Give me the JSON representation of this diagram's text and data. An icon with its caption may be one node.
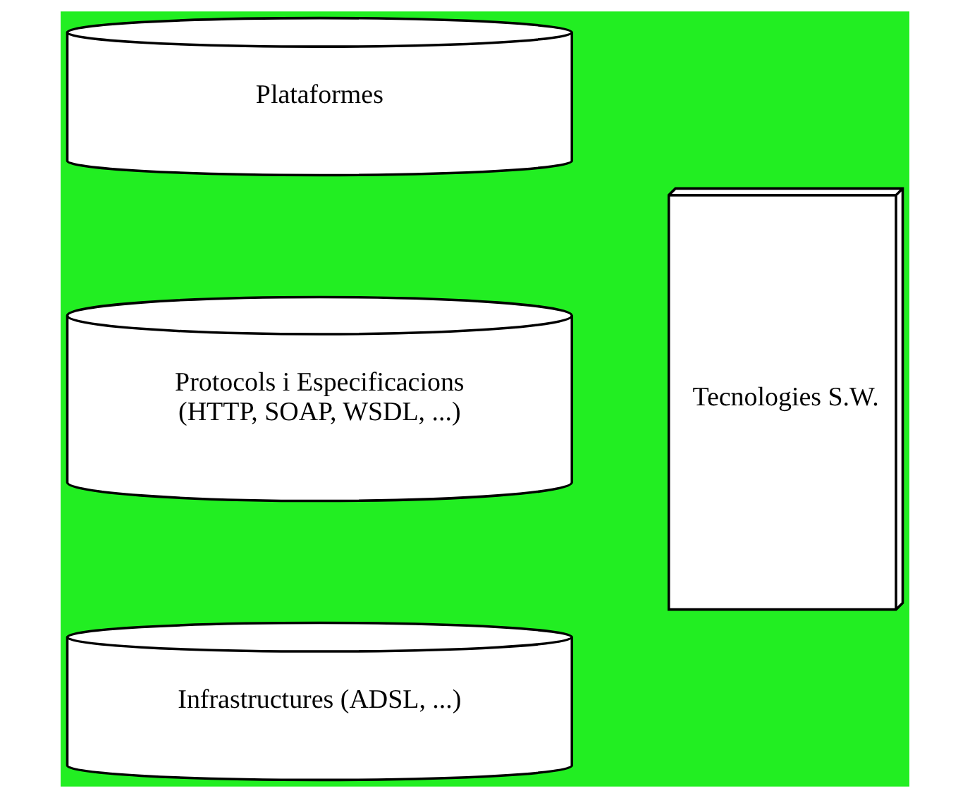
{
  "diagram": {
    "nodes": [
      {
        "text": [
          "Plataformes"
        ]
      },
      {
        "text": [
          "Protocols i Especificacions (HTTP, SOAP, WSDL, ...)"
        ]
      },
      {
        "text": [
          "Infrastructures (ADSL, ...)"
        ]
      },
      {
        "text": [
          "Tecnologies S.W."
        ]
      }
    ]
  }
}
